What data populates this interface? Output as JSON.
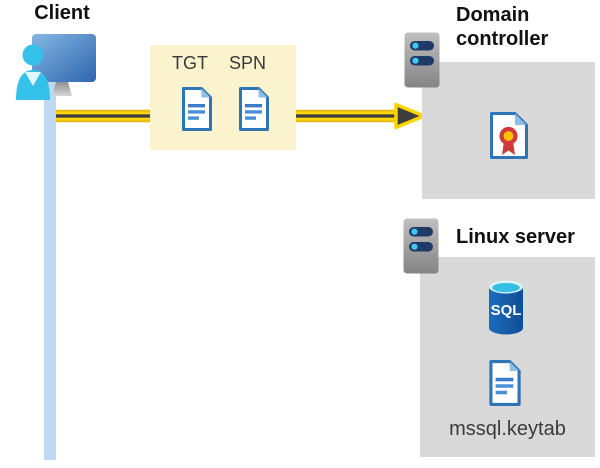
{
  "diagram": {
    "client": {
      "label": "Client"
    },
    "ticket_box": {
      "tgt_label": "TGT",
      "spn_label": "SPN"
    },
    "domain_controller": {
      "label": "Domain controller"
    },
    "linux_server": {
      "label": "Linux server",
      "sql_label": "SQL",
      "keytab_label": "mssql.keytab"
    }
  },
  "icons": {
    "client": "person-at-monitor-icon",
    "domain_controller_host": "server-icon",
    "linux_server_host": "server-icon",
    "tgt_ticket": "document-icon",
    "spn_ticket": "document-icon",
    "certificate": "certificate-icon",
    "database": "sql-database-icon",
    "keytab_file": "document-icon",
    "flow": "arrow-right-icon",
    "timeline": "vertical-timeline-bar"
  },
  "colors": {
    "highlight_box_yellow": "#FBF2CE",
    "arrow_yellow": "#FFD400",
    "arrow_core_dark": "#3D3D3D",
    "panel_gray": "#D9D9D9",
    "document_blue": "#2E75B6",
    "sql_database_blue": "#1565AE",
    "client_cyan": "#35C2EA",
    "timeline_light_blue": "#BFD9F4",
    "server_bar_navy": "#1F3A66",
    "certificate_red": "#CE3A3E",
    "certificate_gold": "#FFC000"
  }
}
